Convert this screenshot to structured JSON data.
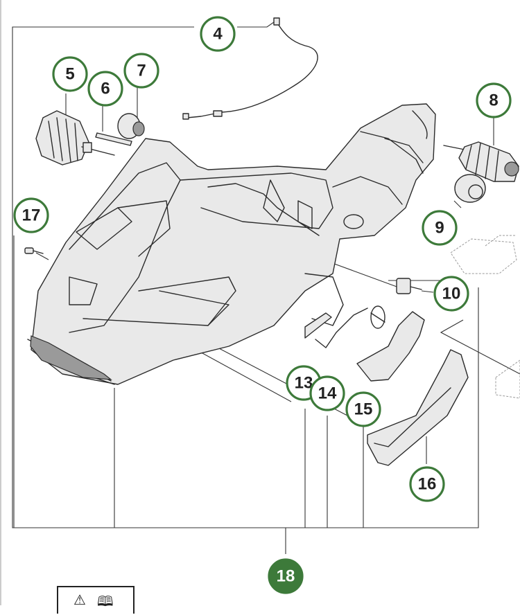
{
  "diagram": {
    "callouts": [
      "4",
      "5",
      "6",
      "7",
      "8",
      "9",
      "10",
      "13",
      "14",
      "15",
      "16",
      "17",
      "18"
    ],
    "colors": {
      "callout_ring": "#3d7a3a",
      "line": "#2b2b2b",
      "assembly_badge": "#3d7a3a"
    },
    "icons": [
      "warning-triangle-icon",
      "manual-book-icon"
    ]
  }
}
